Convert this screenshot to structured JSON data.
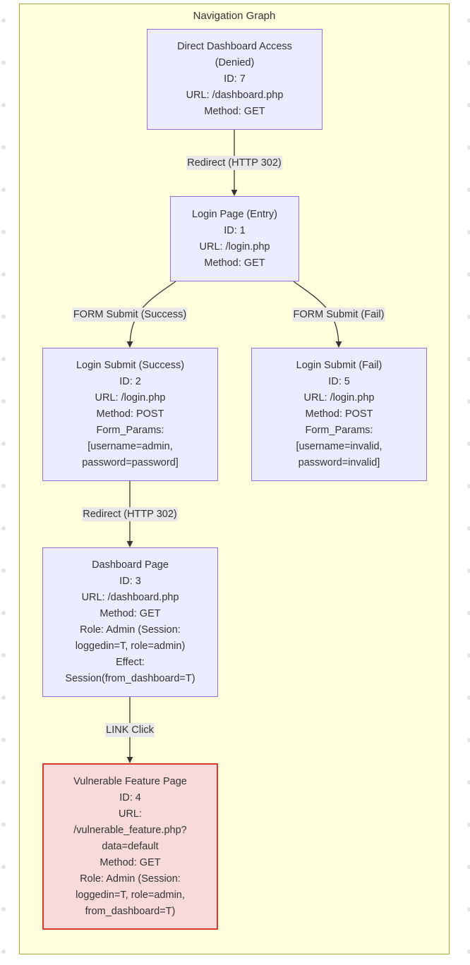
{
  "graph": {
    "title": "Navigation Graph",
    "nodes": {
      "n7": [
        "Direct Dashboard Access",
        "(Denied)",
        "ID: 7",
        "URL: /dashboard.php",
        "Method: GET"
      ],
      "n1": [
        "Login Page (Entry)",
        "ID: 1",
        "URL: /login.php",
        "Method: GET"
      ],
      "n2": [
        "Login Submit (Success)",
        "ID: 2",
        "URL: /login.php",
        "Method: POST",
        "Form_Params:",
        "[username=admin,",
        "password=password]"
      ],
      "n5": [
        "Login Submit (Fail)",
        "ID: 5",
        "URL: /login.php",
        "Method: POST",
        "Form_Params:",
        "[username=invalid,",
        "password=invalid]"
      ],
      "n3": [
        "Dashboard Page",
        "ID: 3",
        "URL: /dashboard.php",
        "Method: GET",
        "Role: Admin (Session:",
        "loggedin=T, role=admin)",
        "Effect:",
        "Session(from_dashboard=T)"
      ],
      "n4": [
        "Vulnerable Feature Page",
        "ID: 4",
        "URL:",
        "/vulnerable_feature.php?",
        "data=default",
        "Method: GET",
        "Role: Admin (Session:",
        "loggedin=T, role=admin,",
        "from_dashboard=T)"
      ]
    },
    "edges": {
      "e7_1": "Redirect (HTTP 302)",
      "e1_2": "FORM Submit (Success)",
      "e1_5": "FORM Submit (Fail)",
      "e2_3": "Redirect (HTTP 302)",
      "e3_4": "LINK Click"
    }
  },
  "colors": {
    "cluster_fill": "#ffffde",
    "cluster_border": "#aaaa33",
    "node_fill": "#ececff",
    "node_border": "#9370db",
    "highlight_fill": "#f8dada",
    "highlight_border": "#d93a2b",
    "edge": "#333333",
    "edge_label_bg": "#e8e8e8"
  }
}
